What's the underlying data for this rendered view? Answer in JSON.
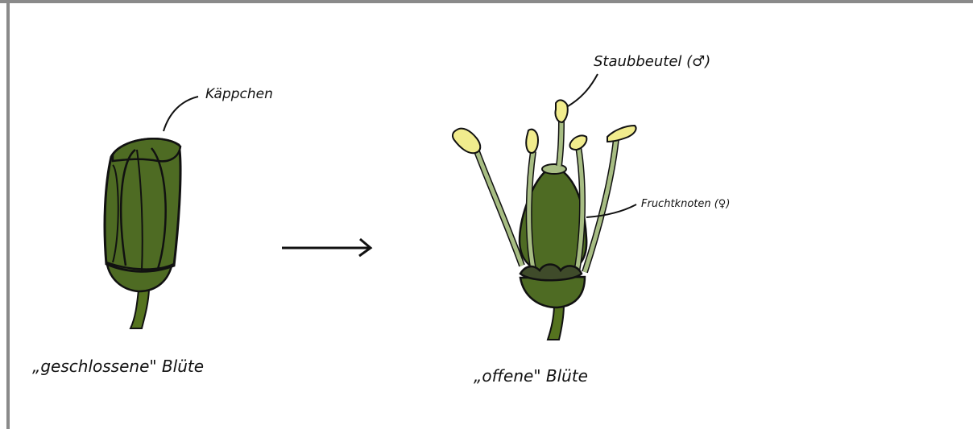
{
  "labels": {
    "kaeppchen": "Käppchen",
    "staubbeutel": "Staubbeutel (♂)",
    "fruchtknoten": "Fruchtknoten (♀)",
    "closed_flower": "„geschlossene\" Blüte",
    "open_flower": "„offene\" Blüte"
  },
  "colors": {
    "frame": "#8a8a8a",
    "bud_green": "#4e6b23",
    "dark_green": "#3d5619",
    "stem_green": "#55731f",
    "filament_green": "#a7bd83",
    "anther_yellow": "#f1ec8d",
    "scale_dark": "#3f4b2a",
    "ink": "#111111"
  },
  "icons": {
    "arrow": "right-arrow-icon"
  }
}
